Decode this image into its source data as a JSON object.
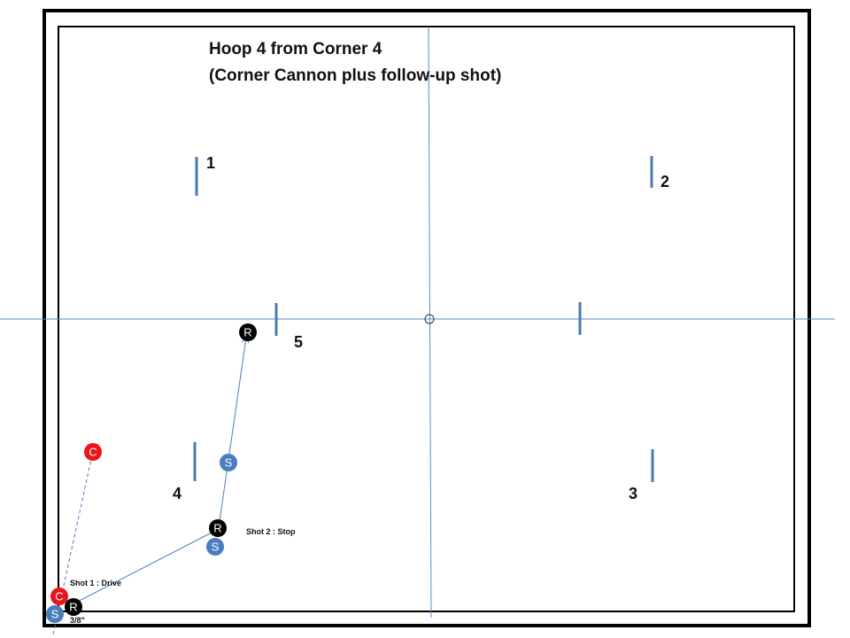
{
  "title": {
    "line1": "Hoop 4 from Corner 4",
    "line2": "(Corner Cannon plus follow-up shot)"
  },
  "hoop_labels": {
    "h1": "1",
    "h2": "2",
    "h3": "3",
    "h4": "4",
    "h5": "5"
  },
  "annotations": {
    "shot1": "Shot 1 : Drive",
    "shot2": "Shot 2 : Stop",
    "distance": "3/8\""
  },
  "balls": {
    "red_letter": "R",
    "blue_letter": "S",
    "c_letter": "C"
  },
  "colors": {
    "court_line": "#000000",
    "hoop": "#4a7ab0",
    "center_line": "#5b8cc0",
    "red_ball": "#e8161b",
    "blue_ball": "#4a7dbd",
    "black_ball": "#000000"
  }
}
